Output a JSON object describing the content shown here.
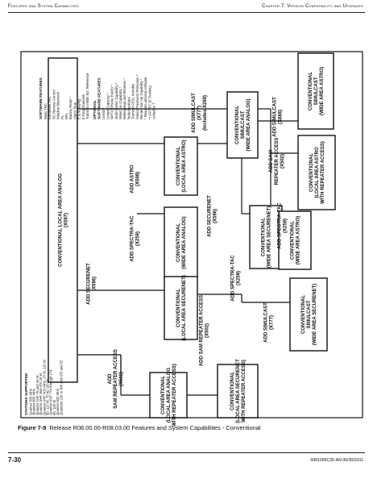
{
  "header": {
    "left": "Features and System Capabilities",
    "right": "Chapter 7: Version Compatibility and Upgrades"
  },
  "caption": {
    "prefix": "Figure 7-9",
    "text": "Release R08.00.00-R08.03.00 Features and System Capabilities - Conventional"
  },
  "footer": {
    "page": "7-30",
    "doc": "6881095C35-AN   06/30/2011"
  },
  "boxes": {
    "conv_local_analog": [
      "CONVENTIONAL LOCAL AREA ANALOG",
      "(X597)"
    ],
    "conv_wide_analog_sc": [
      "CONVENTIONAL",
      "SIMULCAST",
      "(WIDE AREA ANALOG)"
    ],
    "conv_local_astro": [
      "CONVENTIONAL",
      "(LOCAL AREA ASTRO)"
    ],
    "conv_wide_analog": [
      "CONVENTIONAL",
      "(WIDE AREA ANALOG)"
    ],
    "conv_local_securenet": [
      "CONVENTIONAL",
      "(LOCAL AREA SECURENET)"
    ],
    "conv_local_analog_ra": [
      "CONVENTIONAL",
      "(LOCAL AREA ANALOG",
      "WITH REPEATER ACCESS)"
    ],
    "conv_local_securenet_ra": [
      "CONVENTIONAL",
      "(LOCAL AREA SECURENET",
      "WITH REPEATER ACCESS)"
    ],
    "conv_wide_securenet": [
      "CONVENTIONAL",
      "(WIDE AREA SECURENET)"
    ],
    "conv_wide_astro": [
      "CONVENTIONAL",
      "(WIDE AREA ASTRO)"
    ],
    "conv_local_astro_ra": [
      "CONVENTIONAL",
      "(LOCAL AREA ASTRO",
      "WITH REPEATER ACCESS)"
    ],
    "conv_wide_astro_sc": [
      "CONVENTIONAL",
      "SIMULCAST",
      "(WIDE AREA ASTRO)"
    ],
    "conv_wide_securenet_sc": [
      "CONVENTIONAL",
      "SIMULCAST",
      "(WIDE AREA SECURENET)"
    ]
  },
  "labels": {
    "add_simulcast_top": [
      "ADD SIMULCAST",
      "(X777)",
      "(Includes X269)"
    ],
    "add_astro": [
      "ADD ASTRO",
      "(X599)"
    ],
    "add_spectra_tac_1": [
      "ADD SPECTRA-TAC",
      "(X259)"
    ],
    "add_securenet_1": [
      "ADD SECURENET",
      "(X596)"
    ],
    "add_sam_ra_left": [
      "ADD",
      "SAM REPEATER ACCESS",
      "(X502)"
    ],
    "add_sam_ra_mid": [
      "ADD SAM REPEATER ACCESS",
      "(X502)"
    ],
    "add_securenet_2": [
      "ADD SECURENET",
      "(X596)"
    ],
    "add_spectra_tac_2": [
      "ADD SPECTRA-TAC",
      "(X259)"
    ],
    "add_sam_ra_right": [
      "ADD SAM",
      "REPEATER ACCESS",
      "(X502)"
    ],
    "add_spectra_tac_3": [
      "ADD SPECTRA-TAC",
      "(X259)"
    ],
    "add_simulcast_right": [
      "ADD SIMULCAST",
      "(X886)"
    ],
    "add_simulcast_bottom": [
      "ADD SIMULCAST",
      "(X777)"
    ]
  },
  "legend_software": {
    "title": "SOFTWARE FEATURES",
    "items": [
      "Basic TRC",
      "Enhanced TRC",
      "DC Remote Control",
      "Wireline Bluetooth",
      "PL",
      "DPL",
      "Battery Reset *",
      "Alarm Tone",
      "E & M Keying",
      "8 Freq Channels",
      "Transmit Inhibit Ext. Reference"
    ],
    "optional_title": "OPTIONAL",
    "optional_subtitle": "SOFTWARE FEATURES",
    "optional_items": [
      "LinkID *",
      "Linked Capacity *",
      "MPTU (Phone Patch) *",
      "Multi-Carrier Capability *",
      "WiseCom Capability *",
      "Widespread and Receiver *",
      "Multi-Backhaul",
      "Transmit FESL Includes",
      "Station Password Protection *",
      "Rented-Out Up Capability *",
      "* Requires optional software",
      "** ASTRO 25 Trunking",
      "Linked to T"
    ]
  },
  "legend_stations": {
    "title": "STATIONS SUPPORTED",
    "items": [
      "Quantar 300 MHz",
      "Quantar 800 MHz",
      "Quantar VHF 79 and 40 W",
      "Quantar UHF 380-470 25 W",
      "Quantar UHF 403 MHz, 25 W, 110 W",
      "   50, 110 W, 70 W, 100 W",
      "Quantar UHF 774 through 174",
      "   50, 100 W",
      "Quantar 900 MHz",
      "Quantars 220 to 300 and 470 and 52"
    ]
  }
}
